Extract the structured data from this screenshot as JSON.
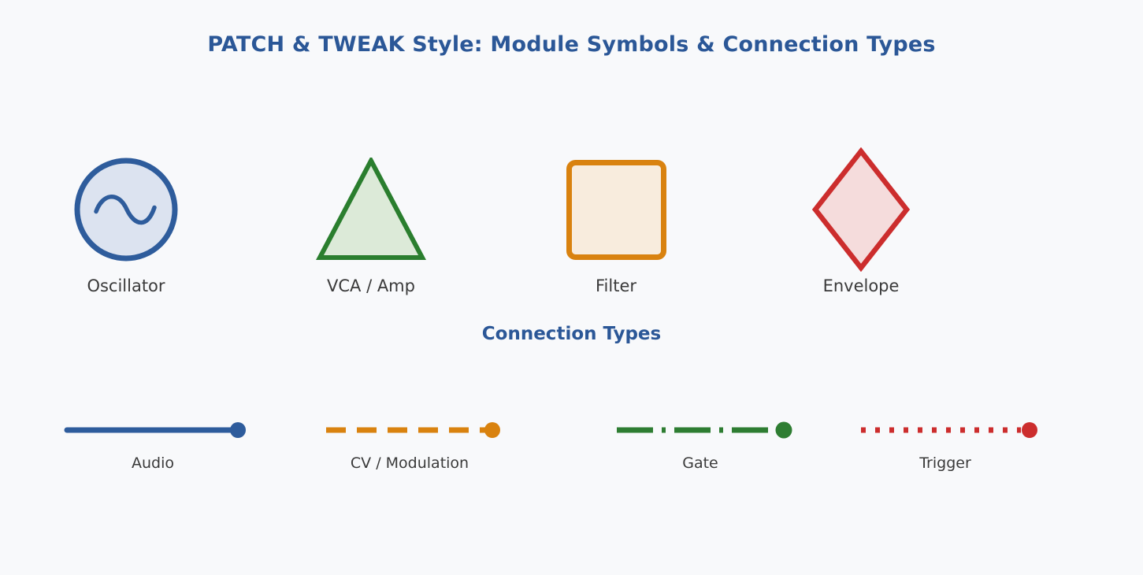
{
  "title": "PATCH & TWEAK Style: Module Symbols & Connection Types",
  "section": {
    "subtitle": "Connection Types"
  },
  "modules": [
    {
      "label": "Oscillator",
      "symbol": "circle-with-sine-wave",
      "stroke": "#2e5c9c",
      "fill": "#dce3f0"
    },
    {
      "label": "VCA / Amp",
      "symbol": "triangle",
      "stroke": "#2a7e2e",
      "fill": "#dcead8"
    },
    {
      "label": "Filter",
      "symbol": "rounded-square",
      "stroke": "#d9820f",
      "fill": "#f8ecdd"
    },
    {
      "label": "Envelope",
      "symbol": "diamond",
      "stroke": "#cc2d2d",
      "fill": "#f5dcdc"
    }
  ],
  "connections": [
    {
      "label": "Audio",
      "line_style": "solid",
      "color": "#2e5c9c"
    },
    {
      "label": "CV / Modulation",
      "line_style": "dashed",
      "color": "#d9820f"
    },
    {
      "label": "Gate",
      "line_style": "dash-dot",
      "color": "#2e7d32"
    },
    {
      "label": "Trigger",
      "line_style": "dotted",
      "color": "#cc2d2d"
    }
  ],
  "colors": {
    "background": "#f8f9fb",
    "heading": "#2b5797",
    "label_text": "#3a3a3a"
  }
}
